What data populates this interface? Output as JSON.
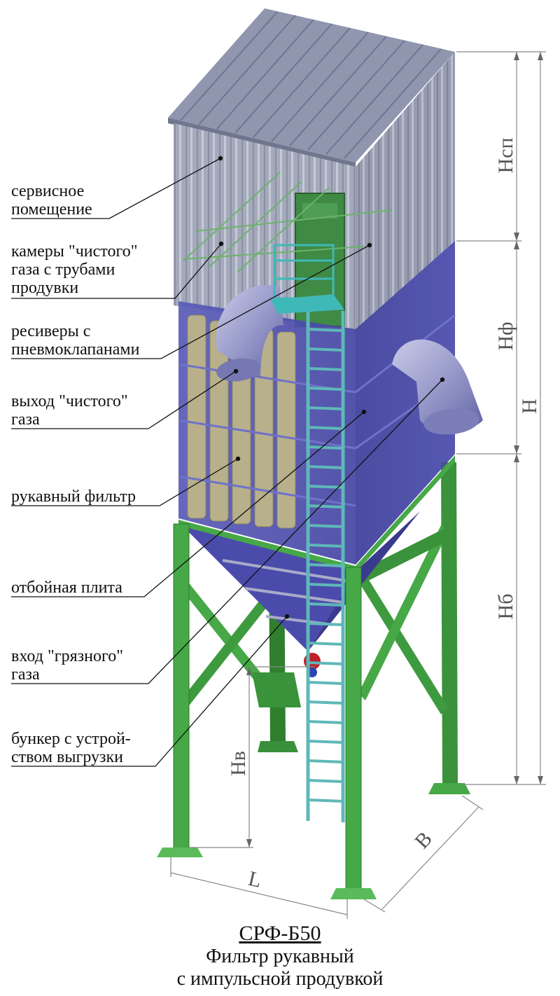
{
  "callouts": [
    {
      "lines": [
        "сервисное",
        "помещение"
      ]
    },
    {
      "lines": [
        "камеры \"чистого\"",
        "газа с трубами",
        "продувки"
      ]
    },
    {
      "lines": [
        "ресиверы с",
        "пневмоклапанами"
      ]
    },
    {
      "lines": [
        "выход \"чистого\"",
        "газа"
      ]
    },
    {
      "lines": [
        "рукавный фильтр"
      ]
    },
    {
      "lines": [
        "отбойная плита"
      ]
    },
    {
      "lines": [
        "вход \"грязного\"",
        "газа"
      ]
    },
    {
      "lines": [
        "бункер с устрой-",
        "ством выгрузки"
      ]
    }
  ],
  "dimensions": {
    "h_service": "Нсп",
    "h_filter": "Нф",
    "h_total": "Н",
    "h_base": "Нб",
    "h_inlet": "Нв",
    "length": "L",
    "width": "В"
  },
  "title": {
    "model": "СРФ-Б50",
    "name": "Фильтр рукавный",
    "subtitle": "с импульсной продувкой"
  },
  "colors": {
    "roof": "#8f96ad",
    "walls": "#a2a7b9",
    "body": "#4c4dab",
    "frame": "#3e9a3e",
    "ladder": "#5fb8b8",
    "bags": "#b7b08a",
    "pipe": "#9a9ccc"
  }
}
